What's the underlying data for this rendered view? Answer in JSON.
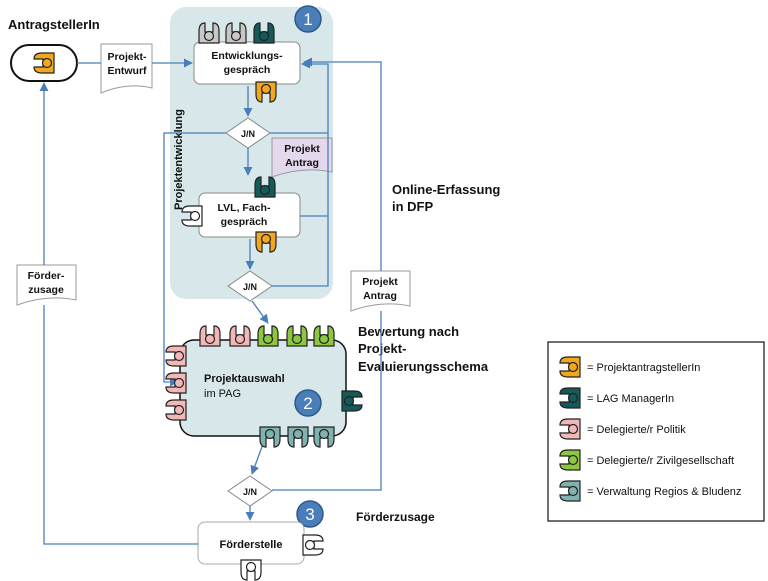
{
  "applicant": {
    "title": "AntragstellerIn"
  },
  "documents": {
    "project_draft": [
      "Projekt-",
      "Entwurf"
    ],
    "project_application_inner": [
      "Projekt",
      "Antrag"
    ],
    "project_application_outer": [
      "Projekt",
      "Antrag"
    ],
    "funding_commitment": [
      "Förder-",
      "zusage"
    ]
  },
  "phases": {
    "one": {
      "number": "1",
      "side_label": "Projektentwicklung"
    },
    "two": {
      "number": "2"
    },
    "three": {
      "number": "3"
    }
  },
  "nodes": {
    "development_talk": [
      "Entwicklungs-",
      "gespräch"
    ],
    "lvl_talk": [
      "LVL, Fach-",
      "gespräch"
    ],
    "project_selection": [
      "Projektauswahl",
      "im PAG"
    ],
    "funding_office": "Förderstelle"
  },
  "decisions": {
    "label": "J/N"
  },
  "annotations": {
    "online": [
      "Online-Erfassung",
      "in DFP"
    ],
    "evaluation": [
      "Bewertung nach",
      "Projekt-",
      "Evaluierungsschema"
    ],
    "funding": "Förderzusage"
  },
  "legend": {
    "items": [
      {
        "label": "= ProjektantragstellerIn",
        "color": "#f0a820",
        "icon": "person-icon"
      },
      {
        "label": "= LAG ManagerIn",
        "color": "#145a5a",
        "icon": "person-icon"
      },
      {
        "label": "= Delegierte/r Politik",
        "color": "#f2b8b8",
        "icon": "person-icon"
      },
      {
        "label": "= Delegierte/r Zivilgesellschaft",
        "color": "#8dc63f",
        "icon": "person-icon"
      },
      {
        "label": "= Verwaltung Regios & Bludenz",
        "color": "#7fb2b0",
        "icon": "person-icon"
      }
    ]
  },
  "colors": {
    "phase_fill": "#d7e7ea",
    "arrow": "#4a7ebb",
    "applicant_color": "#f0a820",
    "manager_color": "#145a5a",
    "politics_color": "#f2b8b8",
    "civil_color": "#8dc63f",
    "admin_color": "#7fb2b0",
    "grey_color": "#c8c8c8",
    "white_color": "#ffffff",
    "badge": "#4a7ebb"
  }
}
